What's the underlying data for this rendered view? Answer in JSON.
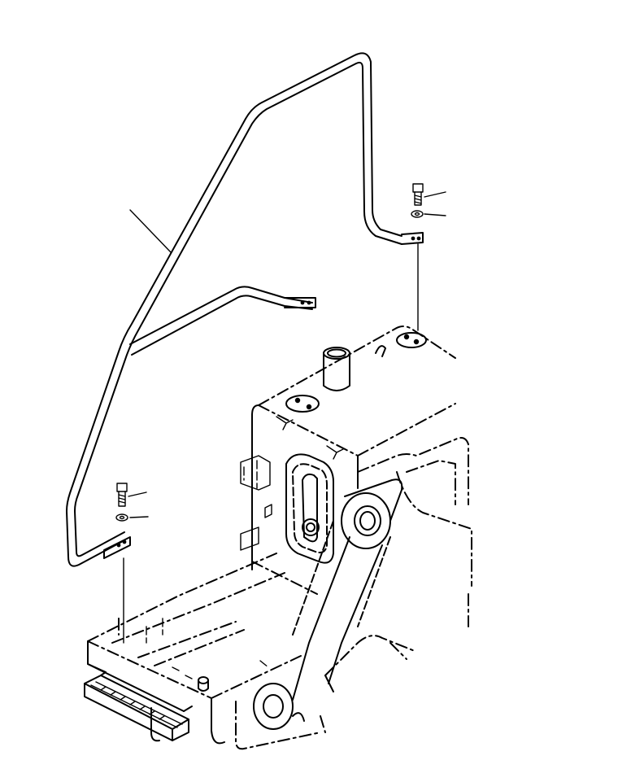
{
  "diagram": {
    "line_color": "#000000",
    "background": "#ffffff",
    "components": [
      {
        "id": "handrail",
        "icon": "handrail-tube-icon"
      },
      {
        "id": "bolt-upper",
        "icon": "bolt-icon"
      },
      {
        "id": "washer-upper",
        "icon": "washer-icon"
      },
      {
        "id": "bolt-lower",
        "icon": "bolt-icon"
      },
      {
        "id": "washer-lower",
        "icon": "washer-icon"
      },
      {
        "id": "fuel-tank",
        "icon": "tank-icon"
      },
      {
        "id": "step",
        "icon": "step-icon"
      },
      {
        "id": "frame",
        "icon": "frame-icon"
      }
    ]
  }
}
